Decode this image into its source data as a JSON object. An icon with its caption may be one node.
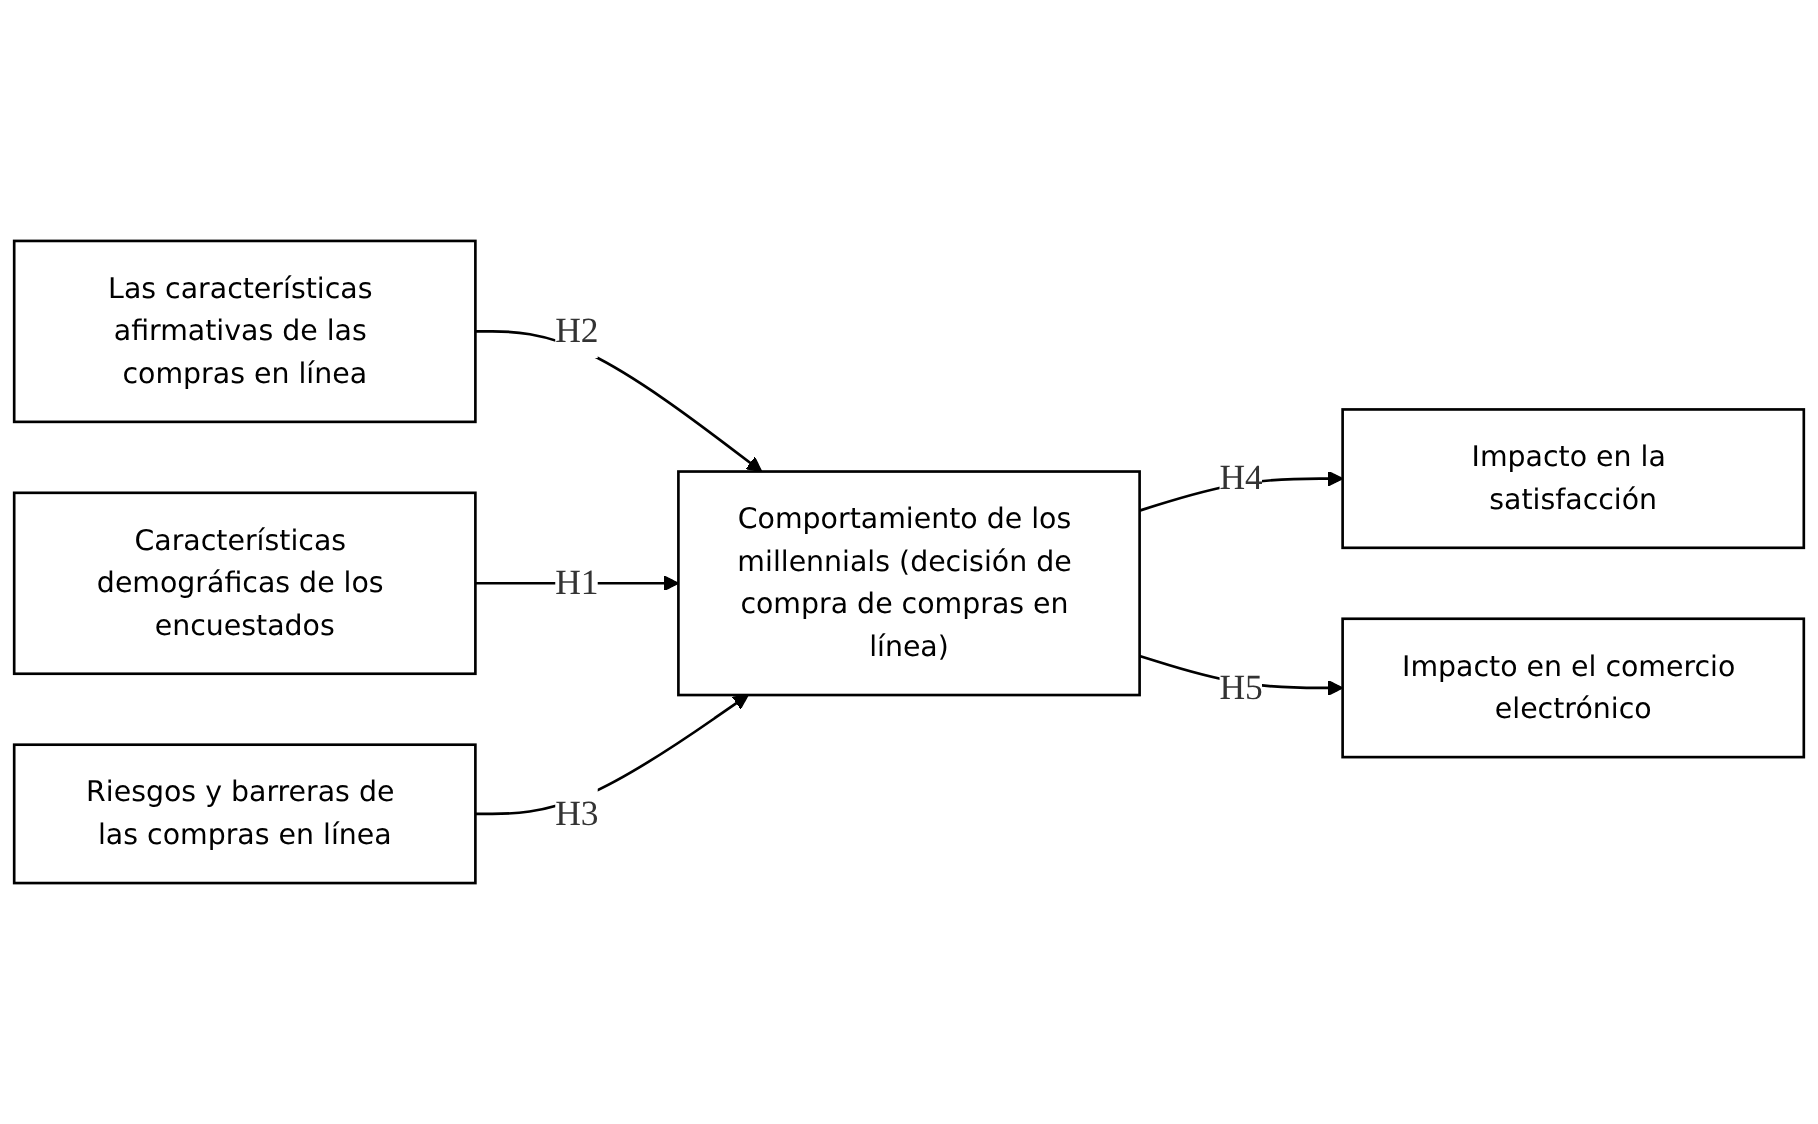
{
  "diagram": {
    "nodes": [
      {
        "text": [
          "Las características afirmativas de las compras en línea"
        ]
      },
      {
        "text": [
          "Características demográficas de los encuestados"
        ]
      },
      {
        "text": [
          "Comportamiento de los millennials (decisión de compra de compras en línea)"
        ]
      },
      {
        "text": [
          "Impacto en la satisfacción"
        ]
      },
      {
        "text": [
          "Impacto en el comercio electrónico"
        ]
      },
      {
        "text": [
          "Riesgos y barreras de las compras en línea"
        ]
      }
    ],
    "edges": [
      {
        "from": 0,
        "to": 2,
        "arrow": "to",
        "label": "H2"
      },
      {
        "from": 1,
        "to": 2,
        "arrow": "to",
        "label": "H1"
      },
      {
        "from": 5,
        "to": 2,
        "arrow": "to",
        "label": "H3"
      },
      {
        "from": 2,
        "to": 3,
        "arrow": "to",
        "label": "H4"
      },
      {
        "from": 2,
        "to": 4,
        "arrow": "to",
        "label": "H5"
      }
    ]
  }
}
